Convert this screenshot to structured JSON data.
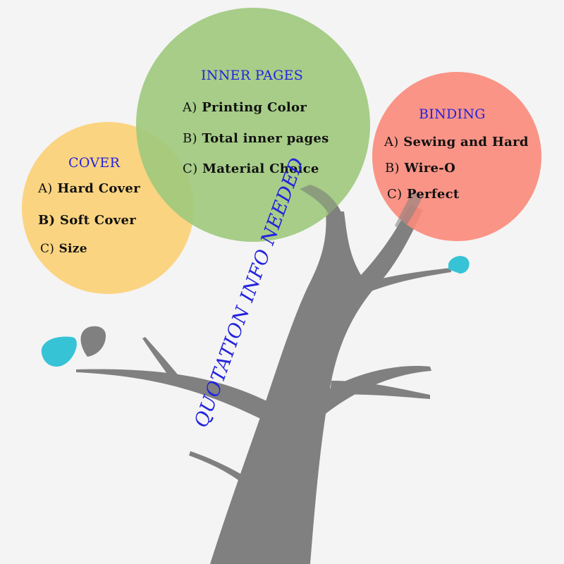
{
  "colors": {
    "background": "#f4f4f4",
    "trunk": "#808080",
    "cover_circle": "#fbd27a",
    "inner_circle": "#9ec97c",
    "binding_circle": "#fb8a7a",
    "drop_teal": "#36c3d6",
    "drop_gray": "#808080",
    "heading_text": "#2323dd"
  },
  "trunk_label": "QUOTATION INFO NEEDED",
  "cover": {
    "heading": "COVER",
    "items": [
      {
        "prefix": "A)",
        "text": "Hard Cover"
      },
      {
        "prefix": "B)",
        "text": "Soft Cover"
      },
      {
        "prefix": "C)",
        "text": "Size"
      }
    ]
  },
  "inner_pages": {
    "heading": "INNER PAGES",
    "items": [
      {
        "prefix": "A)",
        "text": "Printing Color"
      },
      {
        "prefix": "B)",
        "text": "Total inner pages"
      },
      {
        "prefix": "C)",
        "text": "Material Choice"
      }
    ]
  },
  "binding": {
    "heading": "BINDING",
    "items": [
      {
        "prefix": "A)",
        "text": "Sewing and Hard"
      },
      {
        "prefix": "B)",
        "text": "Wire-O"
      },
      {
        "prefix": "C)",
        "text": "Perfect"
      }
    ]
  }
}
